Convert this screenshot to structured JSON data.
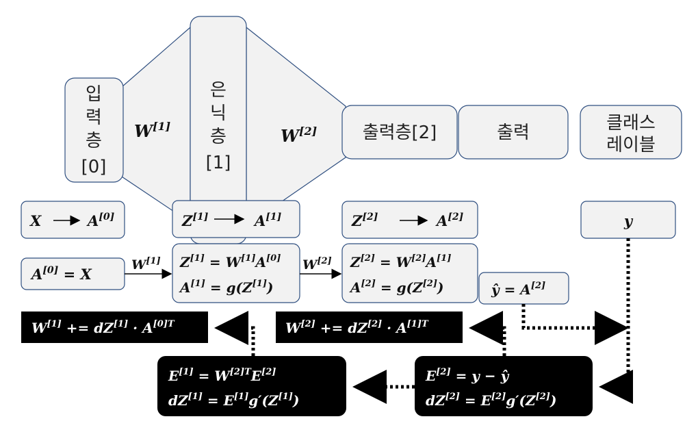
{
  "layers": {
    "input": [
      "입",
      "력",
      "층",
      "[0]"
    ],
    "hidden": [
      "은",
      "닉",
      "층",
      "[1]"
    ],
    "output_layer": "출력층[2]",
    "output": "출력",
    "class_label": [
      "클래스",
      "레이블"
    ]
  },
  "weights": {
    "w1": "W",
    "w1_sup": "[1]",
    "w2": "W",
    "w2_sup": "[2]"
  },
  "row1": {
    "a0_left": "X",
    "a0_right": "A",
    "a0_sup": "[0]",
    "z1_left": "Z",
    "z1_left_sup": "[1]",
    "z1_right": "A",
    "z1_right_sup": "[1]",
    "z2_left": "Z",
    "z2_left_sup": "[2]",
    "z2_right": "A",
    "z2_right_sup": "[2]",
    "y": "y"
  },
  "forward": {
    "input": "A",
    "input_sup": "[0]",
    "input_rest": " = X",
    "edge1": "W",
    "edge1_sup": "[1]",
    "h1_l1_a": "Z",
    "h1_l1_a_sup": "[1]",
    "h1_l1_b": " = W",
    "h1_l1_b_sup": "[1]",
    "h1_l1_c": "A",
    "h1_l1_c_sup": "[0]",
    "h1_l2_a": "A",
    "h1_l2_a_sup": "[1]",
    "h1_l2_b": " = g(Z",
    "h1_l2_b_sup": "[1]",
    "h1_l2_c": ")",
    "edge2": "W",
    "edge2_sup": "[2]",
    "h2_l1_a": "Z",
    "h2_l1_a_sup": "[2]",
    "h2_l1_b": " = W",
    "h2_l1_b_sup": "[2]",
    "h2_l1_c": "A",
    "h2_l1_c_sup": "[1]",
    "h2_l2_a": "A",
    "h2_l2_a_sup": "[2]",
    "h2_l2_b": " = g(Z",
    "h2_l2_b_sup": "[2]",
    "h2_l2_c": ")",
    "yhat_a": "ŷ = A",
    "yhat_sup": "[2]"
  },
  "updates": {
    "u1_a": "W",
    "u1_a_sup": "[1]",
    "u1_b": " += dZ",
    "u1_b_sup": "[1]",
    "u1_c": " · A",
    "u1_c_sup": "[0]T",
    "u2_a": "W",
    "u2_a_sup": "[2]",
    "u2_b": " += dZ",
    "u2_b_sup": "[2]",
    "u2_c": " · A",
    "u2_c_sup": "[1]T"
  },
  "errors": {
    "e1_l1_a": "E",
    "e1_l1_a_sup": "[1]",
    "e1_l1_b": " = W",
    "e1_l1_b_sup": "[2]T",
    "e1_l1_c": "E",
    "e1_l1_c_sup": "[2]",
    "e1_l2_a": "dZ",
    "e1_l2_a_sup": "[1]",
    "e1_l2_b": " = E",
    "e1_l2_b_sup": "[1]",
    "e1_l2_c": "g′(Z",
    "e1_l2_c_sup": "[1]",
    "e1_l2_d": ")",
    "e2_l1_a": "E",
    "e2_l1_a_sup": "[2]",
    "e2_l1_b": " = y − ŷ",
    "e2_l2_a": "dZ",
    "e2_l2_a_sup": "[2]",
    "e2_l2_b": " = E",
    "e2_l2_b_sup": "[2]",
    "e2_l2_c": "g′(Z",
    "e2_l2_c_sup": "[2]",
    "e2_l2_d": ")"
  },
  "colors": {
    "box_fill": "#f2f2f2",
    "box_stroke": "#2f4f80",
    "dark": "#000000"
  }
}
